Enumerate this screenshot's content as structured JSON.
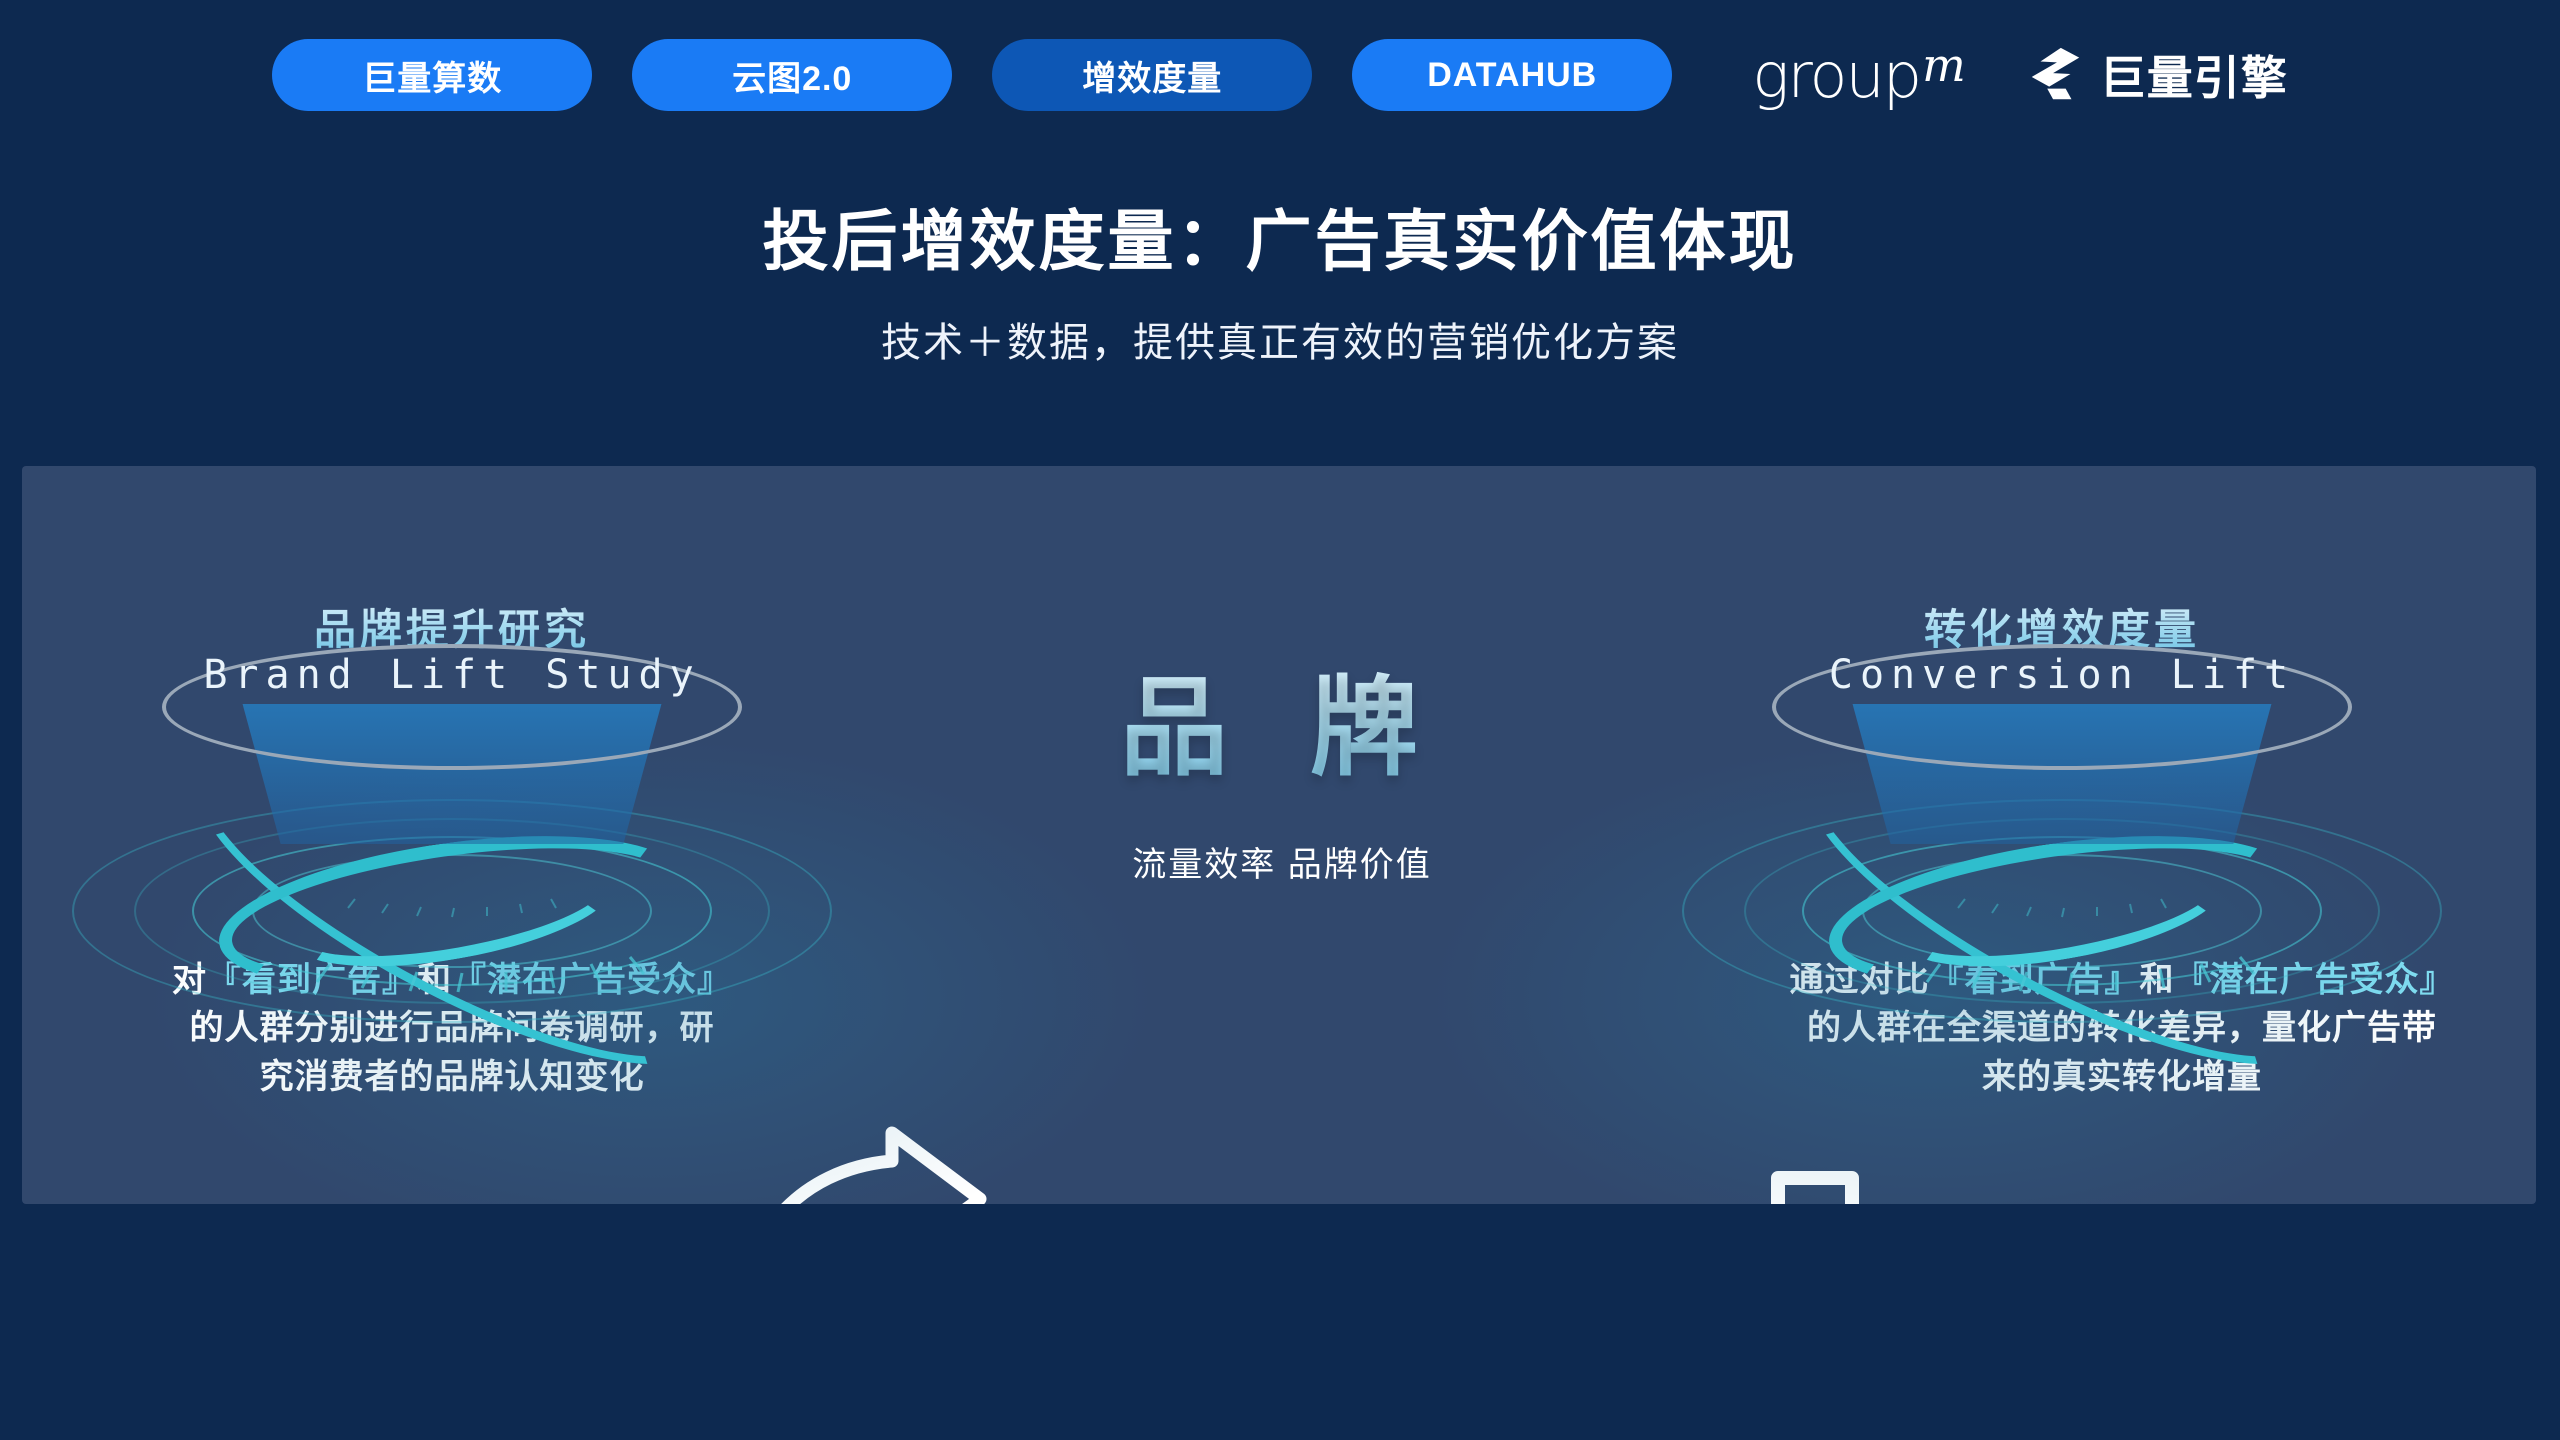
{
  "topbar": {
    "pills": [
      {
        "label": "巨量算数",
        "color": "#1a7bf5"
      },
      {
        "label": "云图2.0",
        "color": "#1a7bf5"
      },
      {
        "label": "增效度量",
        "color": "#0d57b5"
      },
      {
        "label": "DATAHUB",
        "color": "#1a7bf5"
      }
    ],
    "logos": {
      "groupm_main": "group",
      "groupm_m": "m",
      "ocean_engine": "巨量引擎"
    }
  },
  "header": {
    "title": "投后增效度量：广告真实价值体现",
    "subtitle": "技术＋数据，提供真正有效的营销优化方案"
  },
  "panel": {
    "left": {
      "heading_cn": "品牌提升研究",
      "heading_en": "Brand Lift Study",
      "caption_1_pre": "对",
      "caption_1_hi1": "『看到广告』",
      "caption_1_mid": "和",
      "caption_1_hi2": "『潜在广告受众』",
      "caption_2": "的人群分别进行品牌问卷调研，研",
      "caption_3": "究消费者的品牌认知变化"
    },
    "center": {
      "brand": "品 牌",
      "tagline": "流量效率 品牌价值"
    },
    "right": {
      "heading_cn": "转化增效度量",
      "heading_en": "Conversion Lift",
      "caption_1_pre": "通过对比",
      "caption_1_hi1": "『看到广告』",
      "caption_1_mid": "和",
      "caption_1_hi2": "『潜在广告受众』",
      "caption_2": "的人群在全渠道的转化差异，量化广告带",
      "caption_3": "来的真实转化增量"
    },
    "arrows": {
      "left_arrow": "curved-arrow-right-icon",
      "right_arrow": "curved-arrow-left-icon"
    }
  },
  "colors": {
    "background": "#0d2950",
    "panel": "#31486d",
    "accent_blue": "#1a7bf5",
    "accent_blue_dark": "#0d57b5",
    "cyan": "#7fdcf0",
    "podium_ring": "#9aa8b8"
  }
}
